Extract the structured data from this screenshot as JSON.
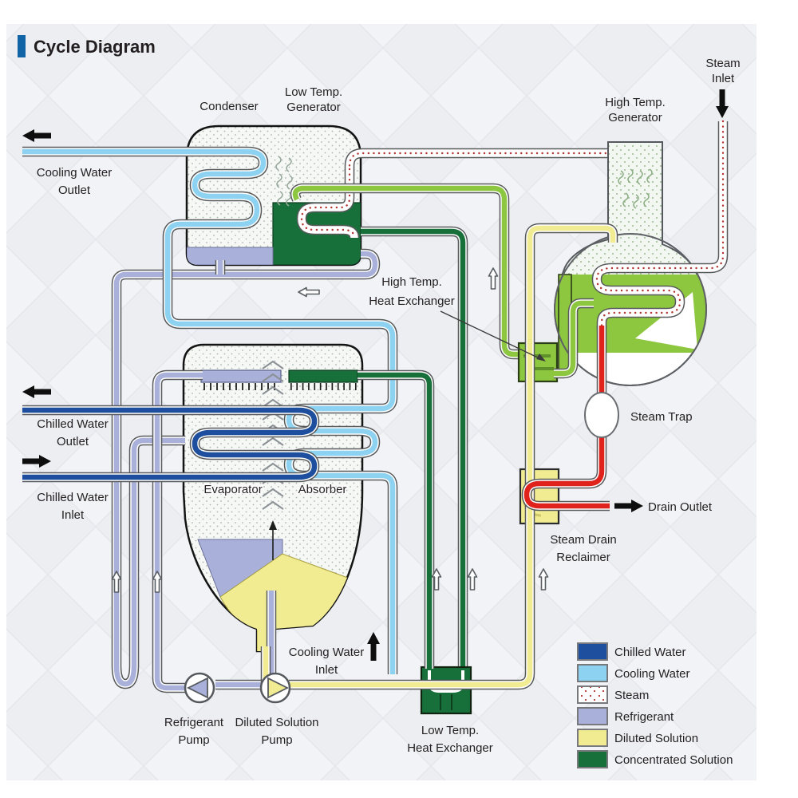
{
  "title": "Cycle Diagram",
  "colors": {
    "brand": "#1164a6",
    "ink": "#231f20",
    "edge": "#58595b",
    "chilled": "#1d4f9e",
    "cooling": "#8dd2f0",
    "steam_dot": "#b23430",
    "refrigerant": "#a9b1da",
    "diluted": "#f1ec92",
    "concentrated": "#17703a",
    "solution": "#8dc63f",
    "red": "#e0221c",
    "vessel_dot": "#aab6ac",
    "htg_dot": "#9dbb92"
  },
  "labels": {
    "condenser": "Condenser",
    "low_temp_generator": [
      "Low Temp.",
      "Generator"
    ],
    "high_temp_generator": [
      "High Temp.",
      "Generator"
    ],
    "steam_inlet": [
      "Steam",
      "Inlet"
    ],
    "cooling_water_outlet": [
      "Cooling Water",
      "Outlet"
    ],
    "chilled_water_outlet": [
      "Chilled Water",
      "Outlet"
    ],
    "chilled_water_inlet": [
      "Chilled Water",
      "Inlet"
    ],
    "high_temp_heat_exchanger": [
      "High Temp.",
      "Heat Exchanger"
    ],
    "steam_trap": "Steam Trap",
    "drain_outlet": "Drain Outlet",
    "steam_drain_reclaimer": [
      "Steam Drain",
      "Reclaimer"
    ],
    "evaporator": "Evaporator",
    "absorber": "Absorber",
    "cooling_water_inlet": [
      "Cooling Water",
      "Inlet"
    ],
    "refrigerant_pump": [
      "Refrigerant",
      "Pump"
    ],
    "diluted_solution_pump": [
      "Diluted Solution",
      "Pump"
    ],
    "low_temp_heat_exchanger": [
      "Low Temp.",
      "Heat Exchanger"
    ]
  },
  "legend": {
    "items": [
      {
        "key": "chilled",
        "label": "Chilled Water"
      },
      {
        "key": "cooling",
        "label": "Cooling Water"
      },
      {
        "key": "steam",
        "label": "Steam"
      },
      {
        "key": "refrigerant",
        "label": "Refrigerant"
      },
      {
        "key": "diluted",
        "label": "Diluted Solution"
      },
      {
        "key": "concentrated",
        "label": "Concentrated Solution"
      }
    ]
  }
}
